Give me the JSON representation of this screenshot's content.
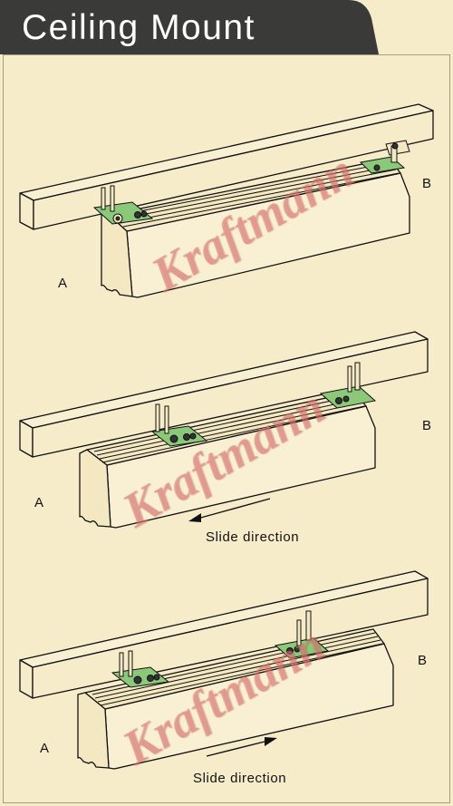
{
  "header": {
    "title": "Ceiling Mount",
    "bar_color": "#3a3a38"
  },
  "colors": {
    "background": "#f7ecca",
    "line": "#111111",
    "bracket_green": "#8bc87a",
    "watermark": "#e07874"
  },
  "watermark": {
    "text": "Kraftmann"
  },
  "scenes": [
    {
      "label_a": "A",
      "label_b": "B",
      "caption": "",
      "arrow": "none"
    },
    {
      "label_a": "A",
      "label_b": "B",
      "caption": "Slide direction",
      "arrow": "left"
    },
    {
      "label_a": "A",
      "label_b": "B",
      "caption": "Slide direction",
      "arrow": "right"
    }
  ]
}
